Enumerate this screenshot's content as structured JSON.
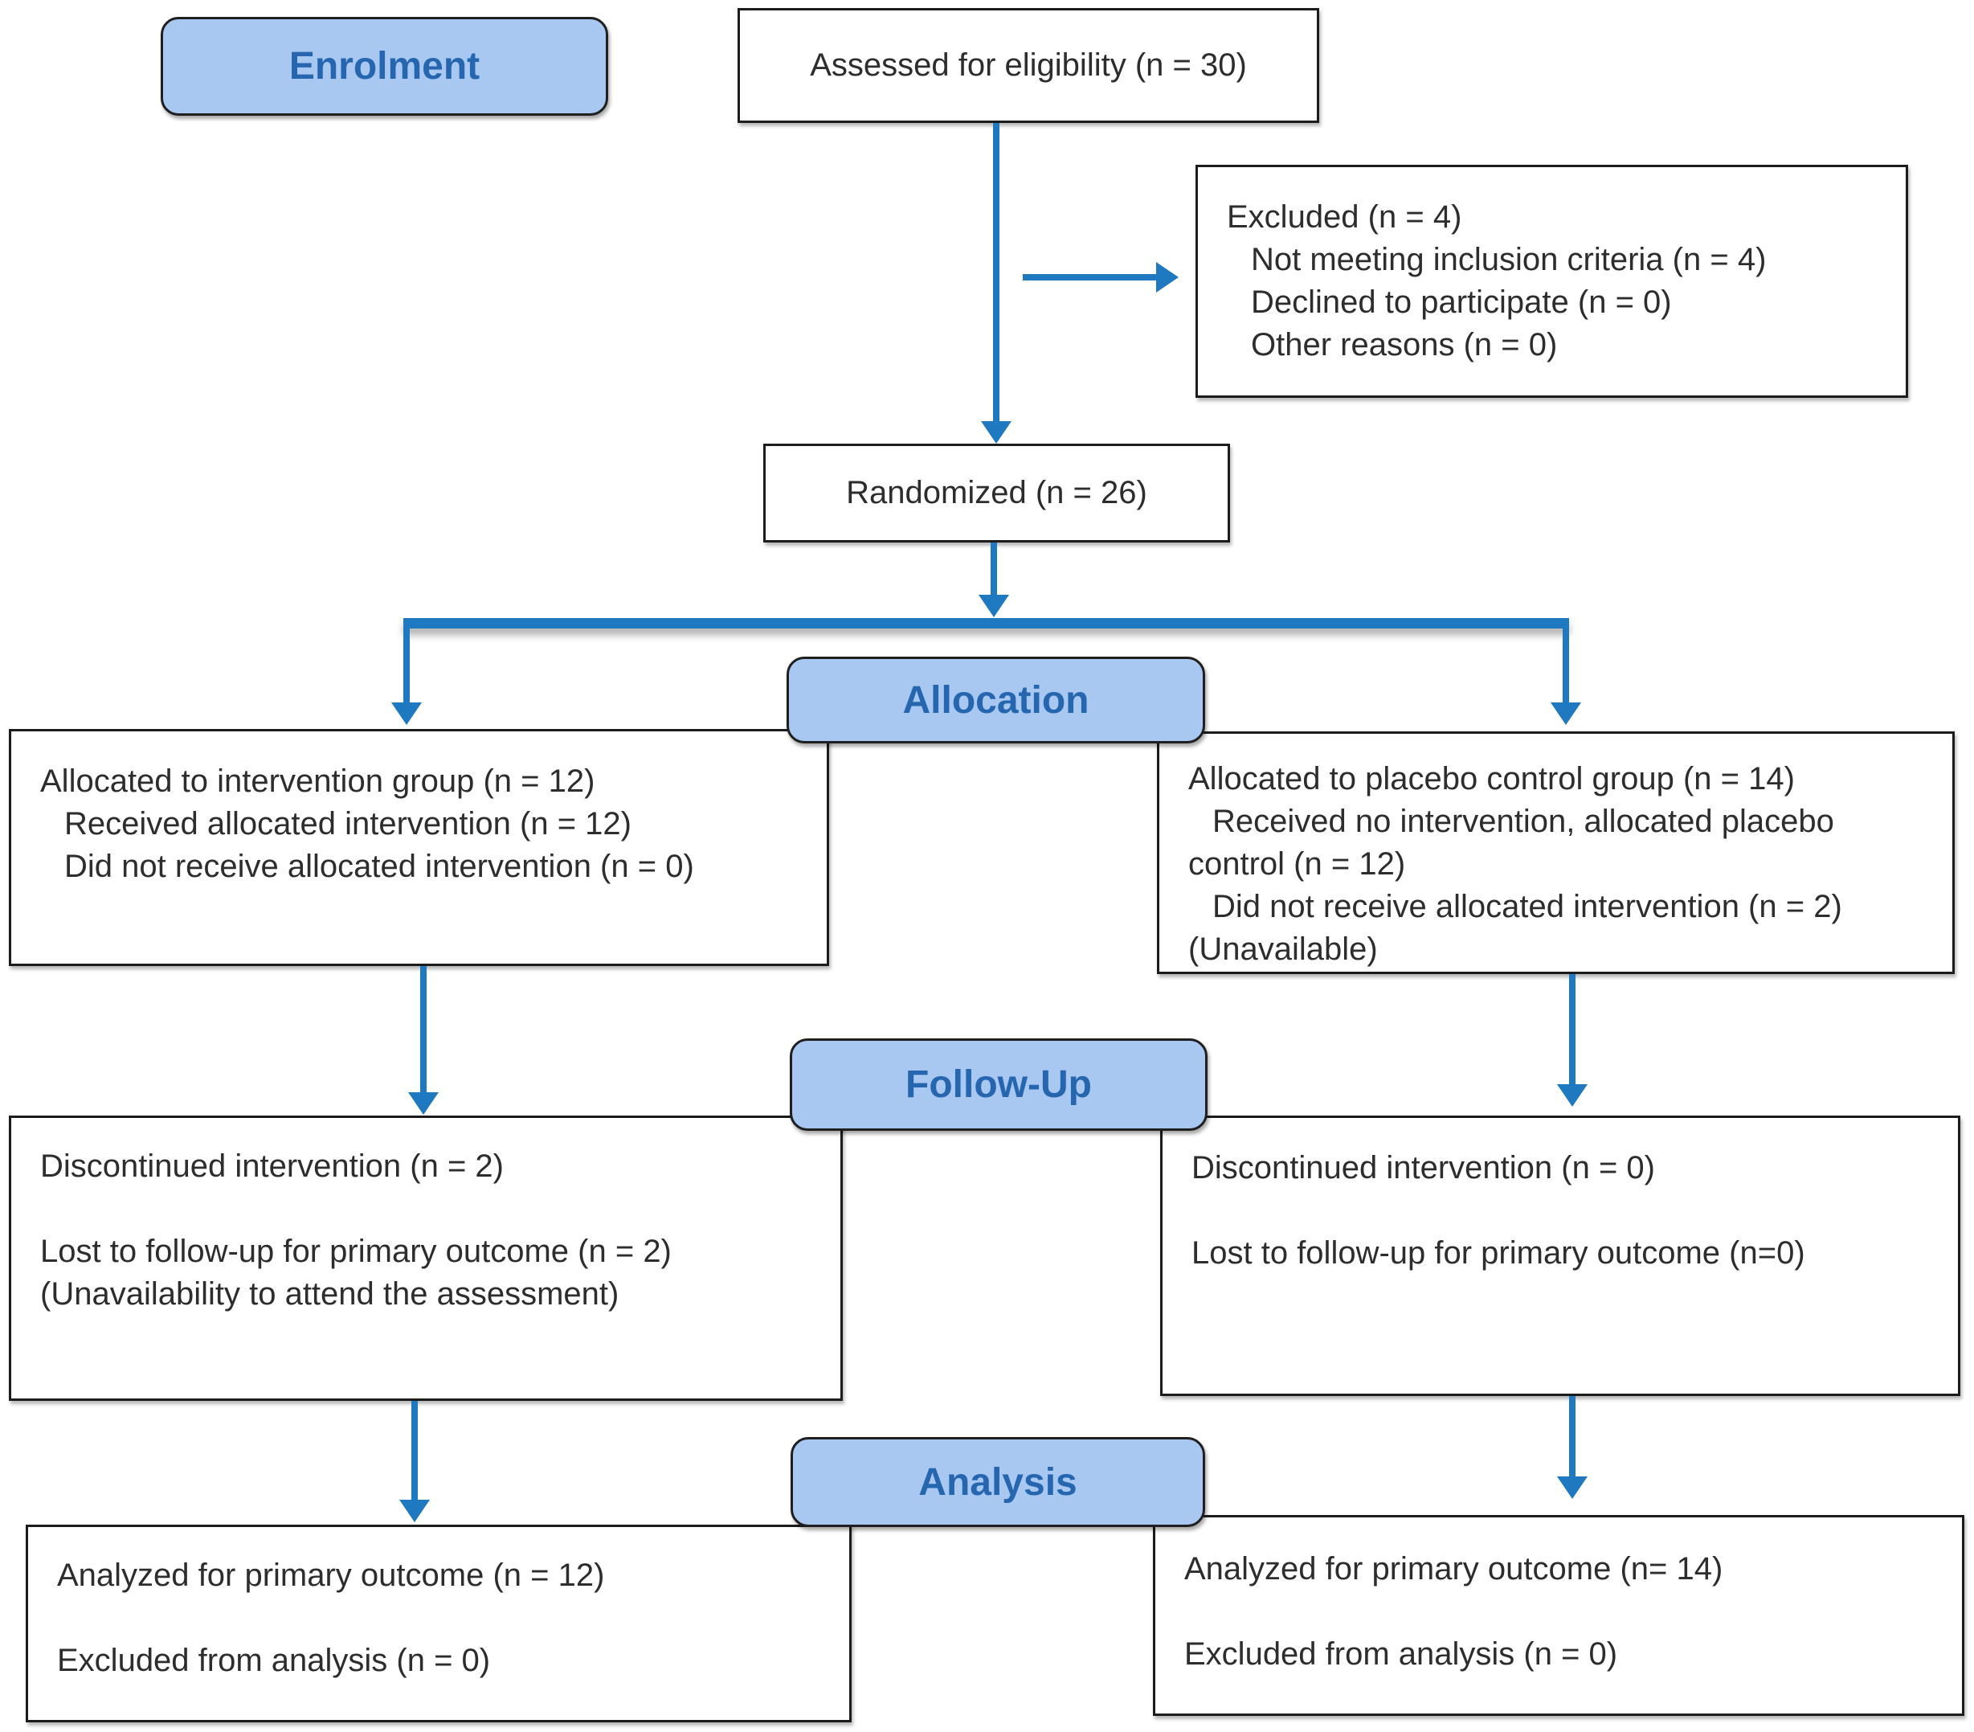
{
  "diagram": {
    "banners": {
      "enrolment": "Enrolment",
      "allocation": "Allocation",
      "followup": "Follow-Up",
      "analysis": "Analysis"
    },
    "boxes": {
      "assessed": {
        "line1": "Assessed for eligibility (n = 30)"
      },
      "excluded": {
        "line1": "Excluded (n = 4)",
        "line2": "Not meeting inclusion criteria (n = 4)",
        "line3": "Declined to participate (n = 0)",
        "line4": "Other reasons (n = 0)"
      },
      "randomized": {
        "line1": "Randomized (n = 26)"
      },
      "alloc_intervention": {
        "line1": "Allocated to intervention group (n = 12)",
        "line2": "Received allocated intervention (n = 12)",
        "line3": "Did not receive allocated intervention (n = 0)"
      },
      "alloc_placebo": {
        "line1": "Allocated to placebo control group (n = 14)",
        "line2": "Received no intervention, allocated placebo",
        "line3": "control (n = 12)",
        "line4": "Did not receive allocated intervention (n = 2)",
        "line5": "(Unavailable)"
      },
      "followup_intervention": {
        "line1": "Discontinued intervention (n = 2)",
        "line2": "Lost to follow-up for primary outcome (n = 2)",
        "line3": "(Unavailability to attend the assessment)"
      },
      "followup_placebo": {
        "line1": "Discontinued intervention (n = 0)",
        "line2": "Lost to follow-up for primary outcome (n=0)"
      },
      "analysis_intervention": {
        "line1": "Analyzed for primary outcome (n = 12)",
        "line2": "Excluded from analysis (n = 0)"
      },
      "analysis_placebo": {
        "line1": "Analyzed for primary outcome (n= 14)",
        "line2": "Excluded from analysis (n = 0)"
      }
    },
    "colors": {
      "banner_fill": "#A8C8F1",
      "banner_text": "#2566AF",
      "arrow_blue": "#1E79C0",
      "box_border": "#1C1C1C",
      "text": "#2D2D2D"
    }
  }
}
